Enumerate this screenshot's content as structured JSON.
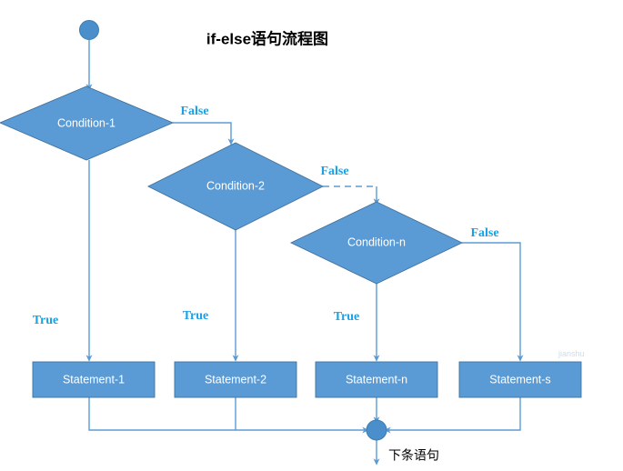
{
  "title": "if-else语句流程图",
  "colors": {
    "shape_fill": "#5B9BD5",
    "shape_stroke": "#41719C",
    "connector": "#5B9BD5",
    "branch_label": "#17A2E8",
    "title": "#000000",
    "node_text": "#ffffff",
    "background": "#ffffff"
  },
  "nodes": {
    "start": {
      "type": "start-circle",
      "label": ""
    },
    "condition_1": {
      "type": "decision",
      "label": "Condition-1"
    },
    "condition_2": {
      "type": "decision",
      "label": "Condition-2"
    },
    "condition_n": {
      "type": "decision",
      "label": "Condition-n"
    },
    "statement_1": {
      "type": "process",
      "label": "Statement-1"
    },
    "statement_2": {
      "type": "process",
      "label": "Statement-2"
    },
    "statement_n": {
      "type": "process",
      "label": "Statement-n"
    },
    "statement_s": {
      "type": "process",
      "label": "Statement-s"
    },
    "merge": {
      "type": "merge-circle",
      "label": ""
    },
    "end": {
      "type": "terminator-text",
      "label": "下条语句"
    }
  },
  "branch_labels": {
    "false_1": "False",
    "false_2": "False",
    "false_n": "False",
    "true_1": "True",
    "true_2": "True",
    "true_n": "True"
  },
  "edges": [
    {
      "from": "start",
      "to": "condition_1",
      "label": "",
      "style": "solid"
    },
    {
      "from": "condition_1",
      "to": "condition_2",
      "label": "False",
      "style": "solid"
    },
    {
      "from": "condition_1",
      "to": "statement_1",
      "label": "True",
      "style": "solid"
    },
    {
      "from": "condition_2",
      "to": "condition_n",
      "label": "False",
      "style": "dashed"
    },
    {
      "from": "condition_2",
      "to": "statement_2",
      "label": "True",
      "style": "solid"
    },
    {
      "from": "condition_n",
      "to": "statement_s",
      "label": "False",
      "style": "solid"
    },
    {
      "from": "condition_n",
      "to": "statement_n",
      "label": "True",
      "style": "solid"
    },
    {
      "from": "statement_1",
      "to": "merge",
      "label": "",
      "style": "solid"
    },
    {
      "from": "statement_2",
      "to": "merge",
      "label": "",
      "style": "solid"
    },
    {
      "from": "statement_n",
      "to": "merge",
      "label": "",
      "style": "solid"
    },
    {
      "from": "statement_s",
      "to": "merge",
      "label": "",
      "style": "solid"
    },
    {
      "from": "merge",
      "to": "end",
      "label": "",
      "style": "solid"
    }
  ]
}
